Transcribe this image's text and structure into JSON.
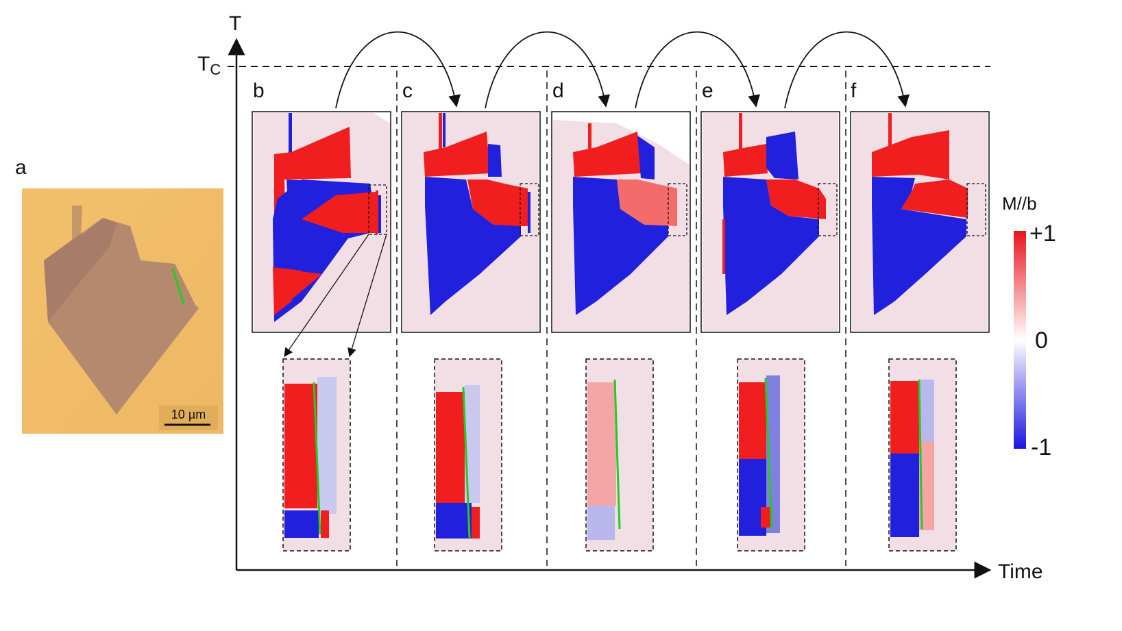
{
  "panel_letters": [
    "a",
    "b",
    "c",
    "d",
    "e",
    "f"
  ],
  "axes": {
    "y_label": "T",
    "x_label": "Time",
    "tc_main": "T",
    "tc_sub": "C"
  },
  "scale_bar": {
    "label": "10 µm"
  },
  "colorbar": {
    "title": "M//b",
    "max": "+1",
    "mid": "0",
    "min": "-1",
    "colors": [
      "#e8141c",
      "#ffffff",
      "#1a14e0"
    ]
  },
  "colors": {
    "red": "#f01e1e",
    "blue": "#2121dd",
    "bg": "#f2e1e6",
    "green": "#22cc22",
    "optical": "#f0bd6a"
  }
}
